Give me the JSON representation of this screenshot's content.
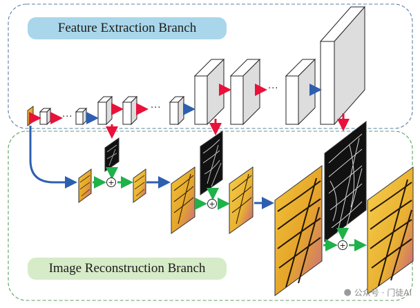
{
  "branches": {
    "feature_extraction": "Feature Extraction Branch",
    "image_reconstruction": "Image Reconstruction Branch"
  },
  "symbols": {
    "ellipsis": "···",
    "sum": "+"
  },
  "watermark": {
    "icon": "wechat-icon",
    "text": "公众号 · 门徒AI"
  },
  "colors": {
    "fe_label_bg": "#a9d6ea",
    "ir_label_bg": "#d6ebc7",
    "fe_border": "#5a7fa8",
    "ir_border": "#5aa25e",
    "arrow_red": "#e8123a",
    "arrow_blue": "#2d5fb0",
    "arrow_green": "#1fb14a"
  }
}
